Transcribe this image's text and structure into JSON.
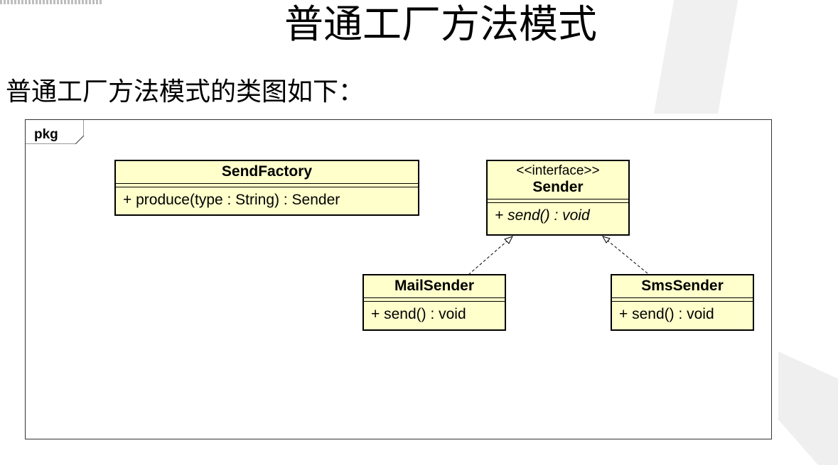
{
  "slide": {
    "title": "普通工厂方法模式",
    "subtitle": "普通工厂方法模式的类图如下："
  },
  "diagram": {
    "package_label": "pkg",
    "classes": {
      "send_factory": {
        "name": "SendFactory",
        "operation": "+ produce(type : String) : Sender"
      },
      "sender": {
        "stereotype": "<<interface>>",
        "name": "Sender",
        "operation": "+ send() : void"
      },
      "mail_sender": {
        "name": "MailSender",
        "operation": "+ send() : void"
      },
      "sms_sender": {
        "name": "SmsSender",
        "operation": "+ send() : void"
      }
    },
    "colors": {
      "class_fill": "#ffffcc",
      "class_border": "#000000",
      "frame_border": "#333333"
    }
  }
}
